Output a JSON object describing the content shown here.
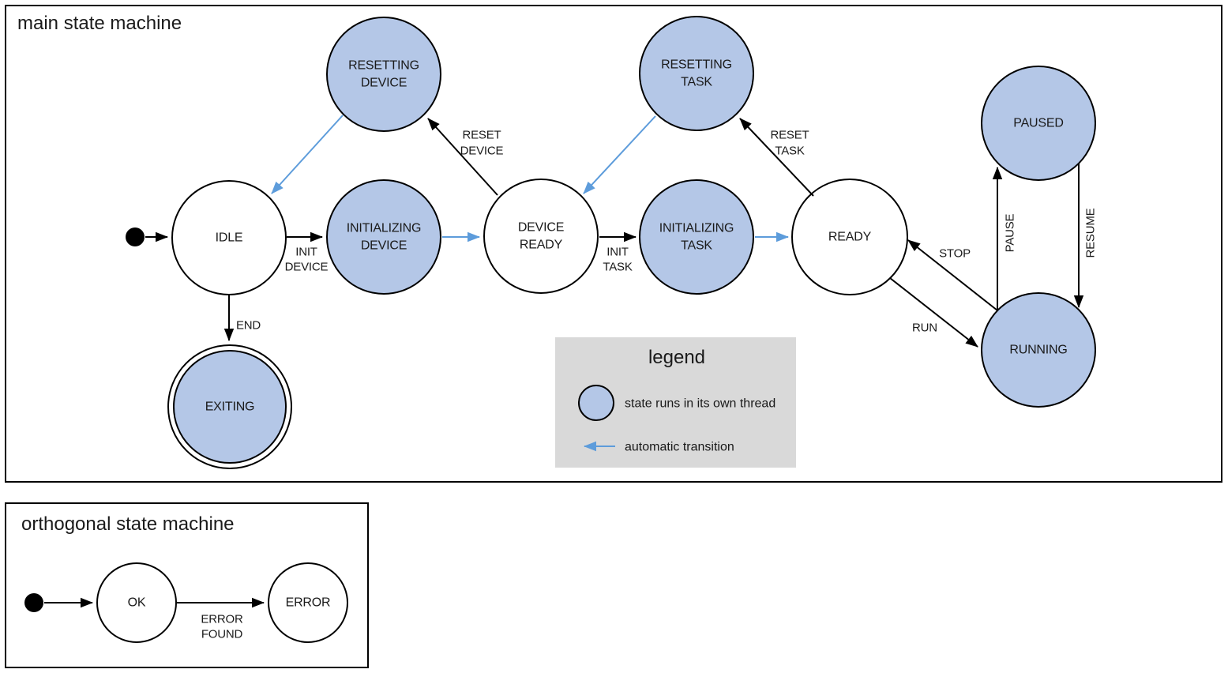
{
  "colors": {
    "threaded_state_fill": "#b4c7e7",
    "plain_state_fill": "#ffffff",
    "automatic_transition": "#5d9cdb",
    "legend_background": "#d9d9d9",
    "outline": "#000000"
  },
  "main_machine": {
    "title": "main state machine",
    "states": {
      "idle": {
        "label": "IDLE",
        "runs_in_own_thread": false
      },
      "initializing_device": {
        "lines": [
          "INITIALIZING",
          "DEVICE"
        ],
        "runs_in_own_thread": true
      },
      "device_ready": {
        "lines": [
          "DEVICE",
          "READY"
        ],
        "runs_in_own_thread": false
      },
      "initializing_task": {
        "lines": [
          "INITIALIZING",
          "TASK"
        ],
        "runs_in_own_thread": true
      },
      "ready": {
        "label": "READY",
        "runs_in_own_thread": false
      },
      "resetting_device": {
        "lines": [
          "RESETTING",
          "DEVICE"
        ],
        "runs_in_own_thread": true
      },
      "resetting_task": {
        "lines": [
          "RESETTING",
          "TASK"
        ],
        "runs_in_own_thread": true
      },
      "paused": {
        "label": "PAUSED",
        "runs_in_own_thread": true
      },
      "running": {
        "label": "RUNNING",
        "runs_in_own_thread": true
      },
      "exiting": {
        "label": "EXITING",
        "runs_in_own_thread": true,
        "final_state": true
      }
    },
    "transitions": {
      "start": {
        "from": "initial",
        "to": "idle",
        "automatic": false
      },
      "init_device": {
        "from": "idle",
        "to": "initializing_device",
        "lines": [
          "INIT",
          "DEVICE"
        ],
        "automatic": false
      },
      "auto_device_ready": {
        "from": "initializing_device",
        "to": "device_ready",
        "automatic": true
      },
      "reset_device": {
        "from": "device_ready",
        "to": "resetting_device",
        "lines": [
          "RESET",
          "DEVICE"
        ],
        "automatic": false
      },
      "auto_idle": {
        "from": "resetting_device",
        "to": "idle",
        "automatic": true
      },
      "init_task": {
        "from": "device_ready",
        "to": "initializing_task",
        "lines": [
          "INIT",
          "TASK"
        ],
        "automatic": false
      },
      "auto_ready": {
        "from": "initializing_task",
        "to": "ready",
        "automatic": true
      },
      "reset_task": {
        "from": "ready",
        "to": "resetting_task",
        "lines": [
          "RESET",
          "TASK"
        ],
        "automatic": false
      },
      "auto_device_ready_2": {
        "from": "resetting_task",
        "to": "device_ready",
        "automatic": true
      },
      "run": {
        "from": "ready",
        "to": "running",
        "label": "RUN",
        "automatic": false
      },
      "stop": {
        "from": "running",
        "to": "ready",
        "label": "STOP",
        "automatic": false
      },
      "pause": {
        "from": "running",
        "to": "paused",
        "label": "PAUSE",
        "automatic": false
      },
      "resume": {
        "from": "paused",
        "to": "running",
        "label": "RESUME",
        "automatic": false
      },
      "end": {
        "from": "idle",
        "to": "exiting",
        "label": "END",
        "automatic": false
      }
    }
  },
  "legend": {
    "title": "legend",
    "items": [
      {
        "symbol": "threaded-state-circle",
        "label": "state runs in its own thread"
      },
      {
        "symbol": "automatic-transition-arrow",
        "label": "automatic transition"
      }
    ]
  },
  "orthogonal_machine": {
    "title": "orthogonal state machine",
    "states": {
      "ok": {
        "label": "OK",
        "runs_in_own_thread": false
      },
      "error": {
        "label": "ERROR",
        "runs_in_own_thread": false
      }
    },
    "transitions": {
      "start": {
        "from": "initial",
        "to": "ok",
        "automatic": false
      },
      "error_found": {
        "from": "ok",
        "to": "error",
        "lines": [
          "ERROR",
          "FOUND"
        ],
        "automatic": false
      }
    }
  }
}
